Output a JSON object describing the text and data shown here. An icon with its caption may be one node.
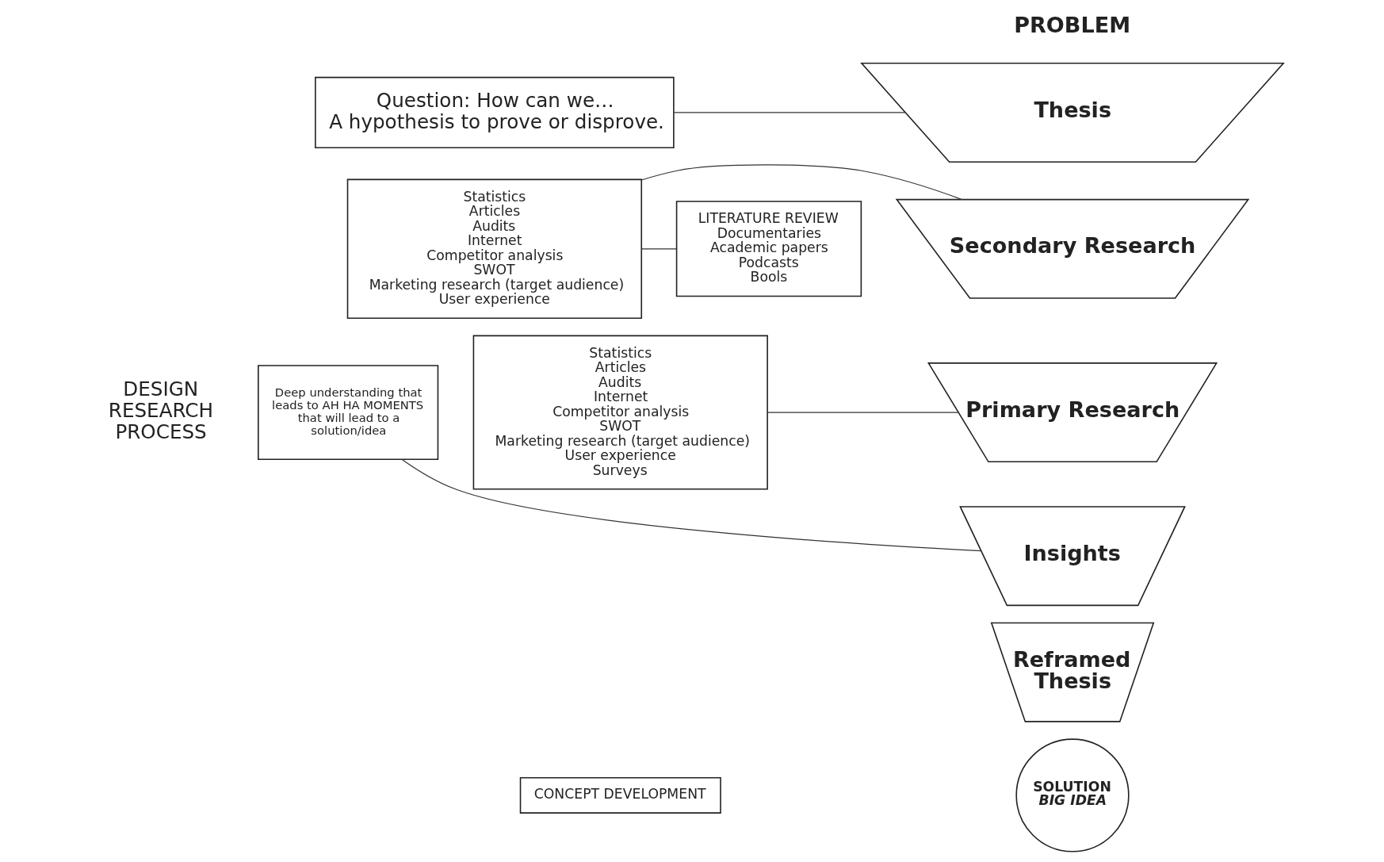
{
  "diagram": {
    "nodes": [
      {
        "text": [
          "Thesis"
        ]
      },
      {
        "text": [
          "Secondary Research"
        ]
      },
      {
        "text": [
          "Primary Research"
        ]
      },
      {
        "text": [
          "Insights"
        ]
      },
      {
        "text": [
          "Reframed Thesis"
        ]
      },
      {
        "text": [
          "SOLUTION",
          "BIG IDEA"
        ]
      },
      {
        "text": [
          "Question: How can we…",
          "A hypothesis to prove or disprove."
        ]
      },
      {
        "text": [
          "Statistics",
          "Articles",
          "Audits",
          "Internet",
          "Competitor analysis",
          "SWOT",
          "Marketing research (target audience)",
          "User experience"
        ]
      },
      {
        "text": [
          "LITERATURE REVIEW",
          "Documentaries",
          "Academic papers",
          "Podcasts",
          "Bools"
        ]
      },
      {
        "text": [
          "Statistics",
          "Articles",
          "Audits",
          "Internet",
          "Competitor analysis",
          "SWOT",
          "Marketing research (target audience)",
          "User experience",
          "Surveys"
        ]
      },
      {
        "text": [
          "Deep understanding that leads to AH HA MOMENTS that will lead to a solution/idea"
        ]
      },
      {
        "text": [
          "CONCEPT DEVELOPMENT"
        ]
      }
    ],
    "edges": [
      {
        "from": 0,
        "to": 6,
        "arrow": "none"
      },
      {
        "from": 1,
        "to": 7,
        "arrow": "none"
      },
      {
        "from": 7,
        "to": 8,
        "arrow": "none"
      },
      {
        "from": 2,
        "to": 9,
        "arrow": "none"
      },
      {
        "from": 3,
        "to": 10,
        "arrow": "none"
      }
    ],
    "labels": [
      "PROBLEM",
      "DESIGN RESEARCH PROCESS"
    ]
  }
}
